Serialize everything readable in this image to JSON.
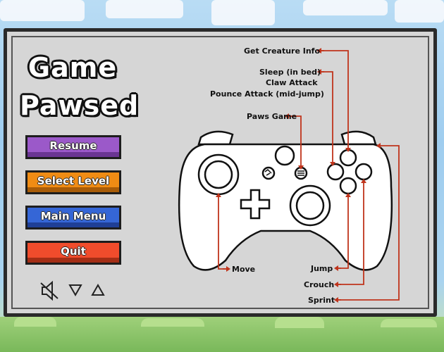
{
  "title_line1": "Game",
  "title_line2": "Pawsed",
  "menu": [
    {
      "label": "Resume",
      "color": "#9b59c9",
      "dark": "#6a3593"
    },
    {
      "label": "Select Level",
      "color": "#f08c14",
      "dark": "#a85c08"
    },
    {
      "label": "Main Menu",
      "color": "#3566d6",
      "dark": "#1f3f96"
    },
    {
      "label": "Quit",
      "color": "#f04c2c",
      "dark": "#a42e16"
    }
  ],
  "icons": [
    "mute-icon",
    "volume-down-icon",
    "volume-up-icon"
  ],
  "controls": {
    "get_creature_info": "Get Creature Info",
    "sleep": "Sleep (in bed)",
    "claw_attack": "Claw Attack",
    "pounce_attack": "Pounce Attack (mid-jump)",
    "paws_game": "Paws Game",
    "move": "Move",
    "jump": "Jump",
    "crouch": "Crouch",
    "sprint": "Sprint"
  },
  "arrow_color": "#c0341c"
}
